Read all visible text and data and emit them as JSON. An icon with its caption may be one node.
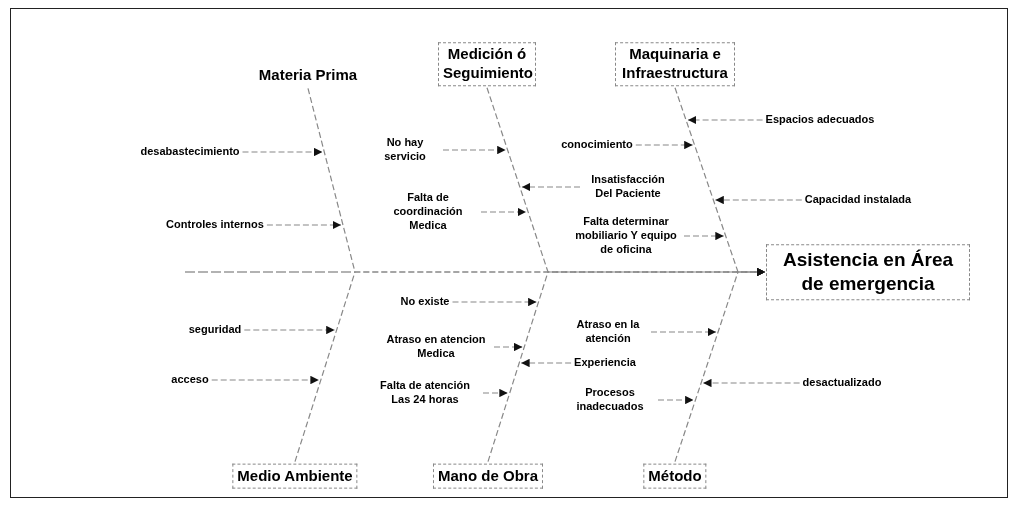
{
  "diagram": {
    "nodes": [
      {
        "text": [
          "Materia Prima"
        ]
      },
      {
        "text": [
          "Medición ó Seguimiento"
        ]
      },
      {
        "text": [
          "Maquinaria e Infraestructura"
        ]
      },
      {
        "text": [
          "Medio Ambiente"
        ]
      },
      {
        "text": [
          "Mano de Obra"
        ]
      },
      {
        "text": [
          "Método"
        ]
      },
      {
        "text": [
          "Asistencia en Área de emergencia"
        ]
      },
      {
        "text": [
          "desabastecimiento"
        ]
      },
      {
        "text": [
          "Controles internos"
        ]
      },
      {
        "text": [
          "No hay servicio"
        ]
      },
      {
        "text": [
          "Falta de coordinación Medica"
        ]
      },
      {
        "text": [
          "conocimiento"
        ]
      },
      {
        "text": [
          "Insatisfacción Del Paciente"
        ]
      },
      {
        "text": [
          "Falta determinar mobiliario Y equipo de oficina"
        ]
      },
      {
        "text": [
          "Espacios adecuados"
        ]
      },
      {
        "text": [
          "Capacidad instalada"
        ]
      },
      {
        "text": [
          "seguridad"
        ]
      },
      {
        "text": [
          "acceso"
        ]
      },
      {
        "text": [
          "No existe"
        ]
      },
      {
        "text": [
          "Atraso en atencion Medica"
        ]
      },
      {
        "text": [
          "Falta de atención Las 24 horas"
        ]
      },
      {
        "text": [
          "Atraso en la atención"
        ]
      },
      {
        "text": [
          "Experiencia"
        ]
      },
      {
        "text": [
          "Procesos inadecuados"
        ]
      },
      {
        "text": [
          "desactualizado"
        ]
      }
    ],
    "edges": [
      {
        "from": 0,
        "to": 6,
        "arrow": "to",
        "style": "dashed"
      },
      {
        "from": 1,
        "to": 6,
        "arrow": "to",
        "style": "dashed"
      },
      {
        "from": 2,
        "to": 6,
        "arrow": "to",
        "style": "dashed"
      },
      {
        "from": 3,
        "to": 6,
        "arrow": "to",
        "style": "dashed"
      },
      {
        "from": 4,
        "to": 6,
        "arrow": "to",
        "style": "dashed"
      },
      {
        "from": 5,
        "to": 6,
        "arrow": "to",
        "style": "dashed"
      },
      {
        "from": 7,
        "to": null,
        "arrow": "to",
        "style": "dashed"
      },
      {
        "from": 8,
        "to": null,
        "arrow": "to",
        "style": "dashed"
      },
      {
        "from": 9,
        "to": null,
        "arrow": "to",
        "style": "dashed"
      },
      {
        "from": 10,
        "to": null,
        "arrow": "to",
        "style": "dashed"
      },
      {
        "from": 11,
        "to": null,
        "arrow": "to",
        "style": "dashed"
      },
      {
        "from": 12,
        "to": null,
        "arrow": "to",
        "style": "dashed"
      },
      {
        "from": 13,
        "to": null,
        "arrow": "to",
        "style": "dashed"
      },
      {
        "from": 14,
        "to": null,
        "arrow": "to",
        "style": "dashed"
      },
      {
        "from": 15,
        "to": null,
        "arrow": "to",
        "style": "dashed"
      },
      {
        "from": 16,
        "to": null,
        "arrow": "to",
        "style": "dashed"
      },
      {
        "from": 17,
        "to": null,
        "arrow": "to",
        "style": "dashed"
      },
      {
        "from": 18,
        "to": null,
        "arrow": "to",
        "style": "dashed"
      },
      {
        "from": 19,
        "to": null,
        "arrow": "to",
        "style": "dashed"
      },
      {
        "from": 20,
        "to": null,
        "arrow": "to",
        "style": "dashed"
      },
      {
        "from": 21,
        "to": null,
        "arrow": "to",
        "style": "dashed"
      },
      {
        "from": 22,
        "to": null,
        "arrow": "to",
        "style": "dashed"
      },
      {
        "from": 23,
        "to": null,
        "arrow": "to",
        "style": "dashed"
      },
      {
        "from": 24,
        "to": null,
        "arrow": "to",
        "style": "dashed"
      }
    ]
  }
}
